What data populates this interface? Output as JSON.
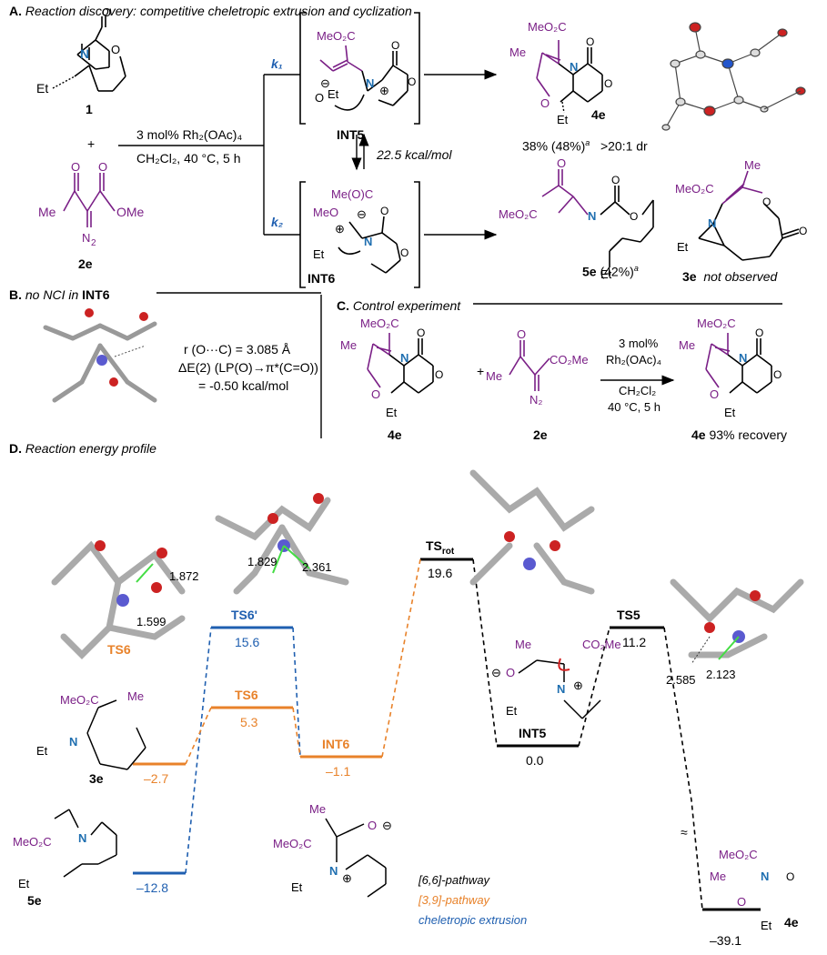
{
  "sections": {
    "a_title_letter": "A.",
    "a_title": "Reaction discovery: competitive cheletropic extrusion and cyclization",
    "b_title_letter": "B.",
    "b_title": "no NCI in",
    "b_title_bold": "INT6",
    "c_title_letter": "C.",
    "c_title": "Control experiment",
    "d_title_letter": "D.",
    "d_title": "Reaction energy profile"
  },
  "panel_a": {
    "compound_1": "1",
    "plus": "+",
    "compound_2e": "2e",
    "conditions_top": "3 mol% Rh₂(OAc)₄",
    "conditions_bottom": "CH₂Cl₂, 40 °C, 5 h",
    "k1": "k₁",
    "k2": "k₂",
    "int5": "INT5",
    "int6": "INT6",
    "barrier": "22.5 kcal/mol",
    "product_4e": "4e",
    "yield_4e": "38% (48%)",
    "yield_4e_sup": "a",
    "dr_4e": ">20:1 dr",
    "product_5e": "5e",
    "yield_5e": "(42%)",
    "yield_5e_sup": "a",
    "product_3e": "3e",
    "not_observed": "not observed"
  },
  "panel_b": {
    "distance": "r (O···C) = 3.085 Å",
    "energy_line1": "ΔE(2) (LP(O)→π*(C=O))",
    "energy_line2": "= -0.50 kcal/mol"
  },
  "panel_c": {
    "reactant": "4e",
    "reagent": "2e",
    "plus": "+",
    "cond1": "3 mol%",
    "cond2": "Rh₂(OAc)₄",
    "cond3": "CH₂Cl₂",
    "cond4": "40 °C, 5 h",
    "result_label": "4e",
    "result_text": "93% recovery"
  },
  "panel_d": {
    "levels": [
      {
        "name": "TS6",
        "value": "5.3",
        "pathway": "[3,9]"
      },
      {
        "name": "TS6'",
        "value": "15.6",
        "pathway": "cheletropic"
      },
      {
        "name": "TSrot",
        "value": "19.6",
        "pathway": "[6,6]"
      },
      {
        "name": "INT6",
        "value": "–1.1",
        "pathway": "[3,9]"
      },
      {
        "name": "INT5",
        "value": "0.0",
        "pathway": "[6,6]"
      },
      {
        "name": "TS5",
        "value": "11.2",
        "pathway": "[6,6]"
      },
      {
        "name": "3e",
        "value": "–2.7",
        "pathway": "[3,9]"
      },
      {
        "name": "5e",
        "value": "–12.8",
        "pathway": "cheletropic"
      },
      {
        "name": "4e",
        "value": "–39.1",
        "pathway": "[6,6]"
      }
    ],
    "ts6_label_3d": "TS6",
    "dist_1872": "1.872",
    "dist_1599": "1.599",
    "dist_1829": "1.829",
    "dist_2361": "2.361",
    "dist_2585": "2.585",
    "dist_2123": "2.123",
    "legend": [
      {
        "label": "[6,6]-pathway",
        "color": "#000000"
      },
      {
        "label": "[3,9]-pathway",
        "color": "#e8822a"
      },
      {
        "label": "cheletropic extrusion",
        "color": "#1f5fb0"
      }
    ]
  },
  "colors": {
    "purple": "#7a1f86",
    "nitrogen": "#1f6fb0",
    "blue_path": "#1f5fb0",
    "orange_path": "#e8822a",
    "black_path": "#000000"
  }
}
